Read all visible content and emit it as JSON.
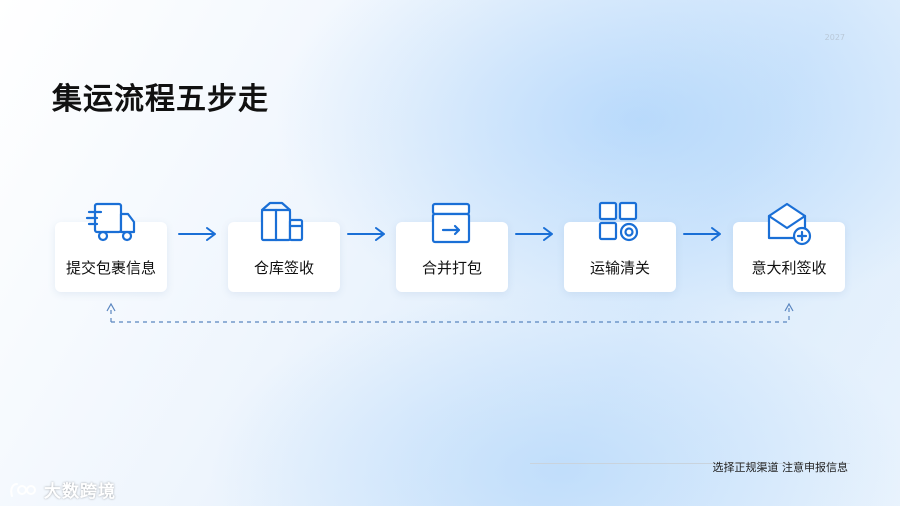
{
  "header": {
    "tiny_text": "",
    "page_number": "2027"
  },
  "title": "集运流程五步走",
  "steps": [
    {
      "label": "提交包裹信息",
      "icon": "delivery-truck-icon"
    },
    {
      "label": "仓库签收",
      "icon": "warehouse-boxes-icon"
    },
    {
      "label": "合并打包",
      "icon": "package-box-icon"
    },
    {
      "label": "运输清关",
      "icon": "customs-grid-icon"
    },
    {
      "label": "意大利签收",
      "icon": "receive-mail-icon"
    }
  ],
  "colors": {
    "accent": "#1a6fd6",
    "card": "#ffffff",
    "title": "#111111"
  },
  "footer": {
    "note": "选择正规渠道 注意申报信息"
  },
  "brand": {
    "name": "大数跨境",
    "icon": "brand-logo-icon"
  }
}
